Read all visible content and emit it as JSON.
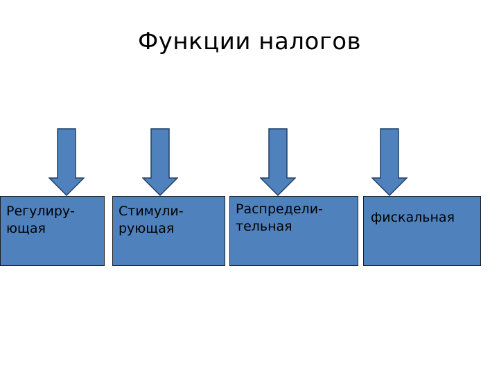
{
  "diagram": {
    "title": "Функции налогов",
    "boxes": [
      {
        "text": "Регулиру-\nющая"
      },
      {
        "text": "Стимули-\nрующая"
      },
      {
        "text": "Распредели-\nтельная"
      },
      {
        "text": "фискальная"
      }
    ],
    "colors": {
      "box_fill": "#4f81bd",
      "arrow_fill": "#4f81bd",
      "arrow_stroke": "#1f3f66"
    }
  }
}
